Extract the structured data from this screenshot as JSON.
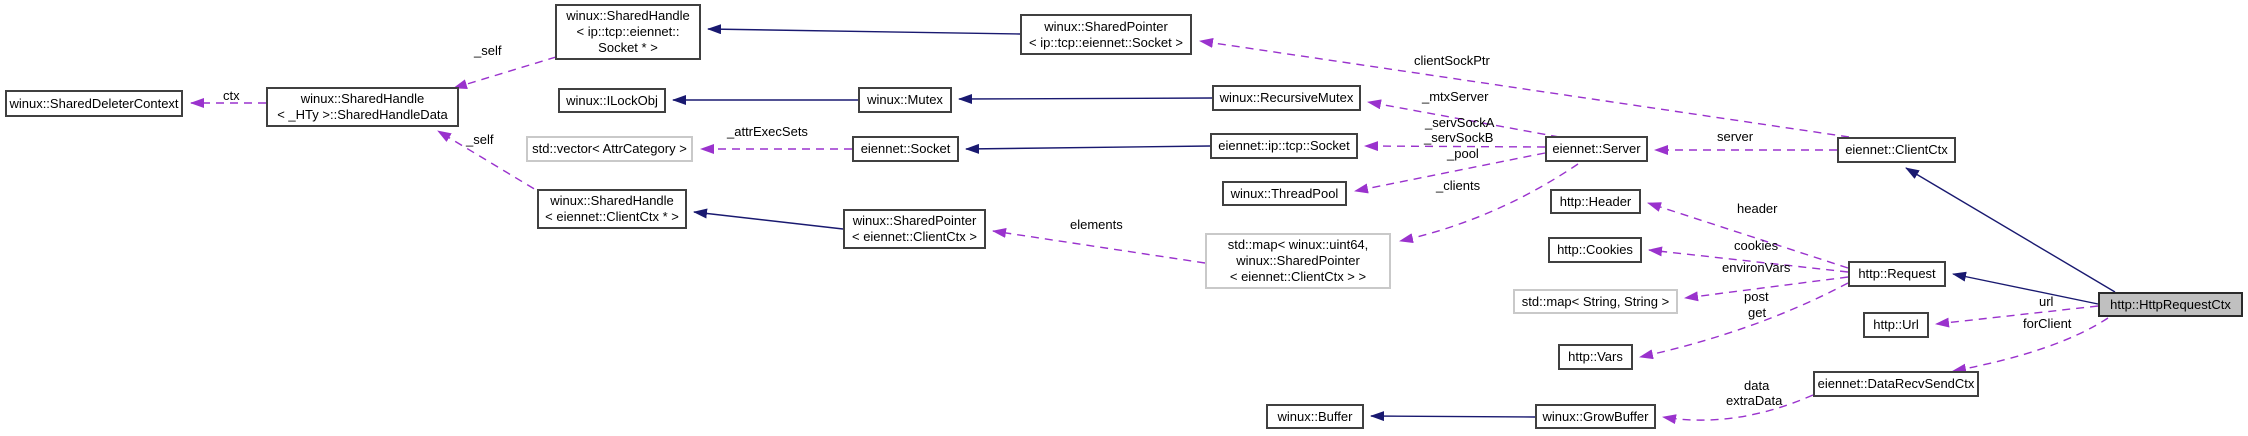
{
  "diagram": {
    "title": "http::HttpRequestCtx collaboration graph",
    "colors": {
      "background": "#ffffff",
      "inheritance_edge": "#191970",
      "usage_edge": "#9a32cd",
      "node_border": "#404040",
      "std_node_border": "#c9c9c9",
      "highlight_node_fill": "#c0c0c0"
    },
    "nodes": [
      {
        "id": "shared-deleter-context",
        "label": "winux::SharedDeleterContext"
      },
      {
        "id": "shared-handle-data",
        "label": "winux::SharedHandle\n< _HTy >::SharedHandleData"
      },
      {
        "id": "shared-handle-ip-tcp-socket",
        "label": "winux::SharedHandle\n< ip::tcp::eiennet::\nSocket * >"
      },
      {
        "id": "shared-pointer-ip-tcp-socket",
        "label": "winux::SharedPointer\n< ip::tcp::eiennet::Socket >"
      },
      {
        "id": "ilockobj",
        "label": "winux::ILockObj"
      },
      {
        "id": "mutex",
        "label": "winux::Mutex"
      },
      {
        "id": "recursive-mutex",
        "label": "winux::RecursiveMutex"
      },
      {
        "id": "vector-attrcategory",
        "label": "std::vector< AttrCategory >"
      },
      {
        "id": "socket",
        "label": "eiennet::Socket"
      },
      {
        "id": "ip-tcp-socket",
        "label": "eiennet::ip::tcp::Socket"
      },
      {
        "id": "threadpool",
        "label": "winux::ThreadPool"
      },
      {
        "id": "shared-handle-clientctx",
        "label": "winux::SharedHandle\n< eiennet::ClientCtx * >"
      },
      {
        "id": "shared-pointer-clientctx",
        "label": "winux::SharedPointer\n< eiennet::ClientCtx >"
      },
      {
        "id": "map-uint64-sharedpointer",
        "label": "std::map< winux::uint64,\nwinux::SharedPointer\n< eiennet::ClientCtx > >"
      },
      {
        "id": "server",
        "label": "eiennet::Server"
      },
      {
        "id": "clientctx",
        "label": "eiennet::ClientCtx"
      },
      {
        "id": "http-header",
        "label": "http::Header"
      },
      {
        "id": "http-cookies",
        "label": "http::Cookies"
      },
      {
        "id": "map-string-string",
        "label": "std::map< String, String >"
      },
      {
        "id": "http-vars",
        "label": "http::Vars"
      },
      {
        "id": "http-request",
        "label": "http::Request"
      },
      {
        "id": "http-url",
        "label": "http::Url"
      },
      {
        "id": "data-recv-send-ctx",
        "label": "eiennet::DataRecvSendCtx"
      },
      {
        "id": "buffer",
        "label": "winux::Buffer"
      },
      {
        "id": "grow-buffer",
        "label": "winux::GrowBuffer"
      },
      {
        "id": "http-request-ctx",
        "label": "http::HttpRequestCtx"
      }
    ],
    "edge_labels": [
      {
        "id": "ctx",
        "text": "ctx"
      },
      {
        "id": "self-top",
        "text": "_self"
      },
      {
        "id": "self-bottom",
        "text": "_self"
      },
      {
        "id": "attr-exec-sets",
        "text": "_attrExecSets"
      },
      {
        "id": "client-sock-ptr",
        "text": "clientSockPtr"
      },
      {
        "id": "mtx-server",
        "text": "_mtxServer"
      },
      {
        "id": "serv-sock-a",
        "text": "_servSockA"
      },
      {
        "id": "serv-sock-b",
        "text": "_servSockB"
      },
      {
        "id": "pool",
        "text": "_pool"
      },
      {
        "id": "clients",
        "text": "_clients"
      },
      {
        "id": "elements",
        "text": "elements"
      },
      {
        "id": "server",
        "text": "server"
      },
      {
        "id": "header",
        "text": "header"
      },
      {
        "id": "cookies",
        "text": "cookies"
      },
      {
        "id": "environ-vars",
        "text": "environVars"
      },
      {
        "id": "post",
        "text": "post"
      },
      {
        "id": "get",
        "text": "get"
      },
      {
        "id": "url",
        "text": "url"
      },
      {
        "id": "for-client",
        "text": "forClient"
      },
      {
        "id": "data",
        "text": "data"
      },
      {
        "id": "extra-data",
        "text": "extraData"
      }
    ],
    "edges": [
      {
        "from": "shared-pointer-ip-tcp-socket",
        "to": "shared-handle-ip-tcp-socket",
        "type": "inheritance"
      },
      {
        "from": "mutex",
        "to": "ilockobj",
        "type": "inheritance"
      },
      {
        "from": "recursive-mutex",
        "to": "mutex",
        "type": "inheritance"
      },
      {
        "from": "ip-tcp-socket",
        "to": "socket",
        "type": "inheritance"
      },
      {
        "from": "shared-pointer-clientctx",
        "to": "shared-handle-clientctx",
        "type": "inheritance"
      },
      {
        "from": "grow-buffer",
        "to": "buffer",
        "type": "inheritance"
      },
      {
        "from": "http-request-ctx",
        "to": "clientctx",
        "type": "inheritance"
      },
      {
        "from": "http-request-ctx",
        "to": "http-request",
        "type": "inheritance"
      },
      {
        "from": "shared-handle-data",
        "to": "shared-deleter-context",
        "type": "usage",
        "label": "ctx"
      },
      {
        "from": "shared-handle-ip-tcp-socket",
        "to": "shared-handle-data",
        "type": "usage",
        "label": "_self"
      },
      {
        "from": "shared-handle-clientctx",
        "to": "shared-handle-data",
        "type": "usage",
        "label": "_self"
      },
      {
        "from": "socket",
        "to": "vector-attrcategory",
        "type": "usage",
        "label": "_attrExecSets"
      },
      {
        "from": "clientctx",
        "to": "shared-pointer-ip-tcp-socket",
        "type": "usage",
        "label": "clientSockPtr"
      },
      {
        "from": "server",
        "to": "recursive-mutex",
        "type": "usage",
        "label": "_mtxServer"
      },
      {
        "from": "server",
        "to": "ip-tcp-socket",
        "type": "usage",
        "label": "_servSockA _servSockB"
      },
      {
        "from": "server",
        "to": "threadpool",
        "type": "usage",
        "label": "_pool"
      },
      {
        "from": "server",
        "to": "map-uint64-sharedpointer",
        "type": "usage",
        "label": "_clients"
      },
      {
        "from": "clientctx",
        "to": "server",
        "type": "usage",
        "label": "server"
      },
      {
        "from": "map-uint64-sharedpointer",
        "to": "shared-pointer-clientctx",
        "type": "usage",
        "label": "elements"
      },
      {
        "from": "http-request",
        "to": "http-header",
        "type": "usage",
        "label": "header"
      },
      {
        "from": "http-request",
        "to": "http-cookies",
        "type": "usage",
        "label": "cookies"
      },
      {
        "from": "http-request",
        "to": "map-string-string",
        "type": "usage",
        "label": "environVars"
      },
      {
        "from": "http-request",
        "to": "http-vars",
        "type": "usage",
        "label": "post get"
      },
      {
        "from": "http-request-ctx",
        "to": "http-url",
        "type": "usage",
        "label": "url"
      },
      {
        "from": "http-request-ctx",
        "to": "data-recv-send-ctx",
        "type": "usage",
        "label": "forClient"
      },
      {
        "from": "data-recv-send-ctx",
        "to": "grow-buffer",
        "type": "usage",
        "label": "data extraData"
      }
    ]
  }
}
